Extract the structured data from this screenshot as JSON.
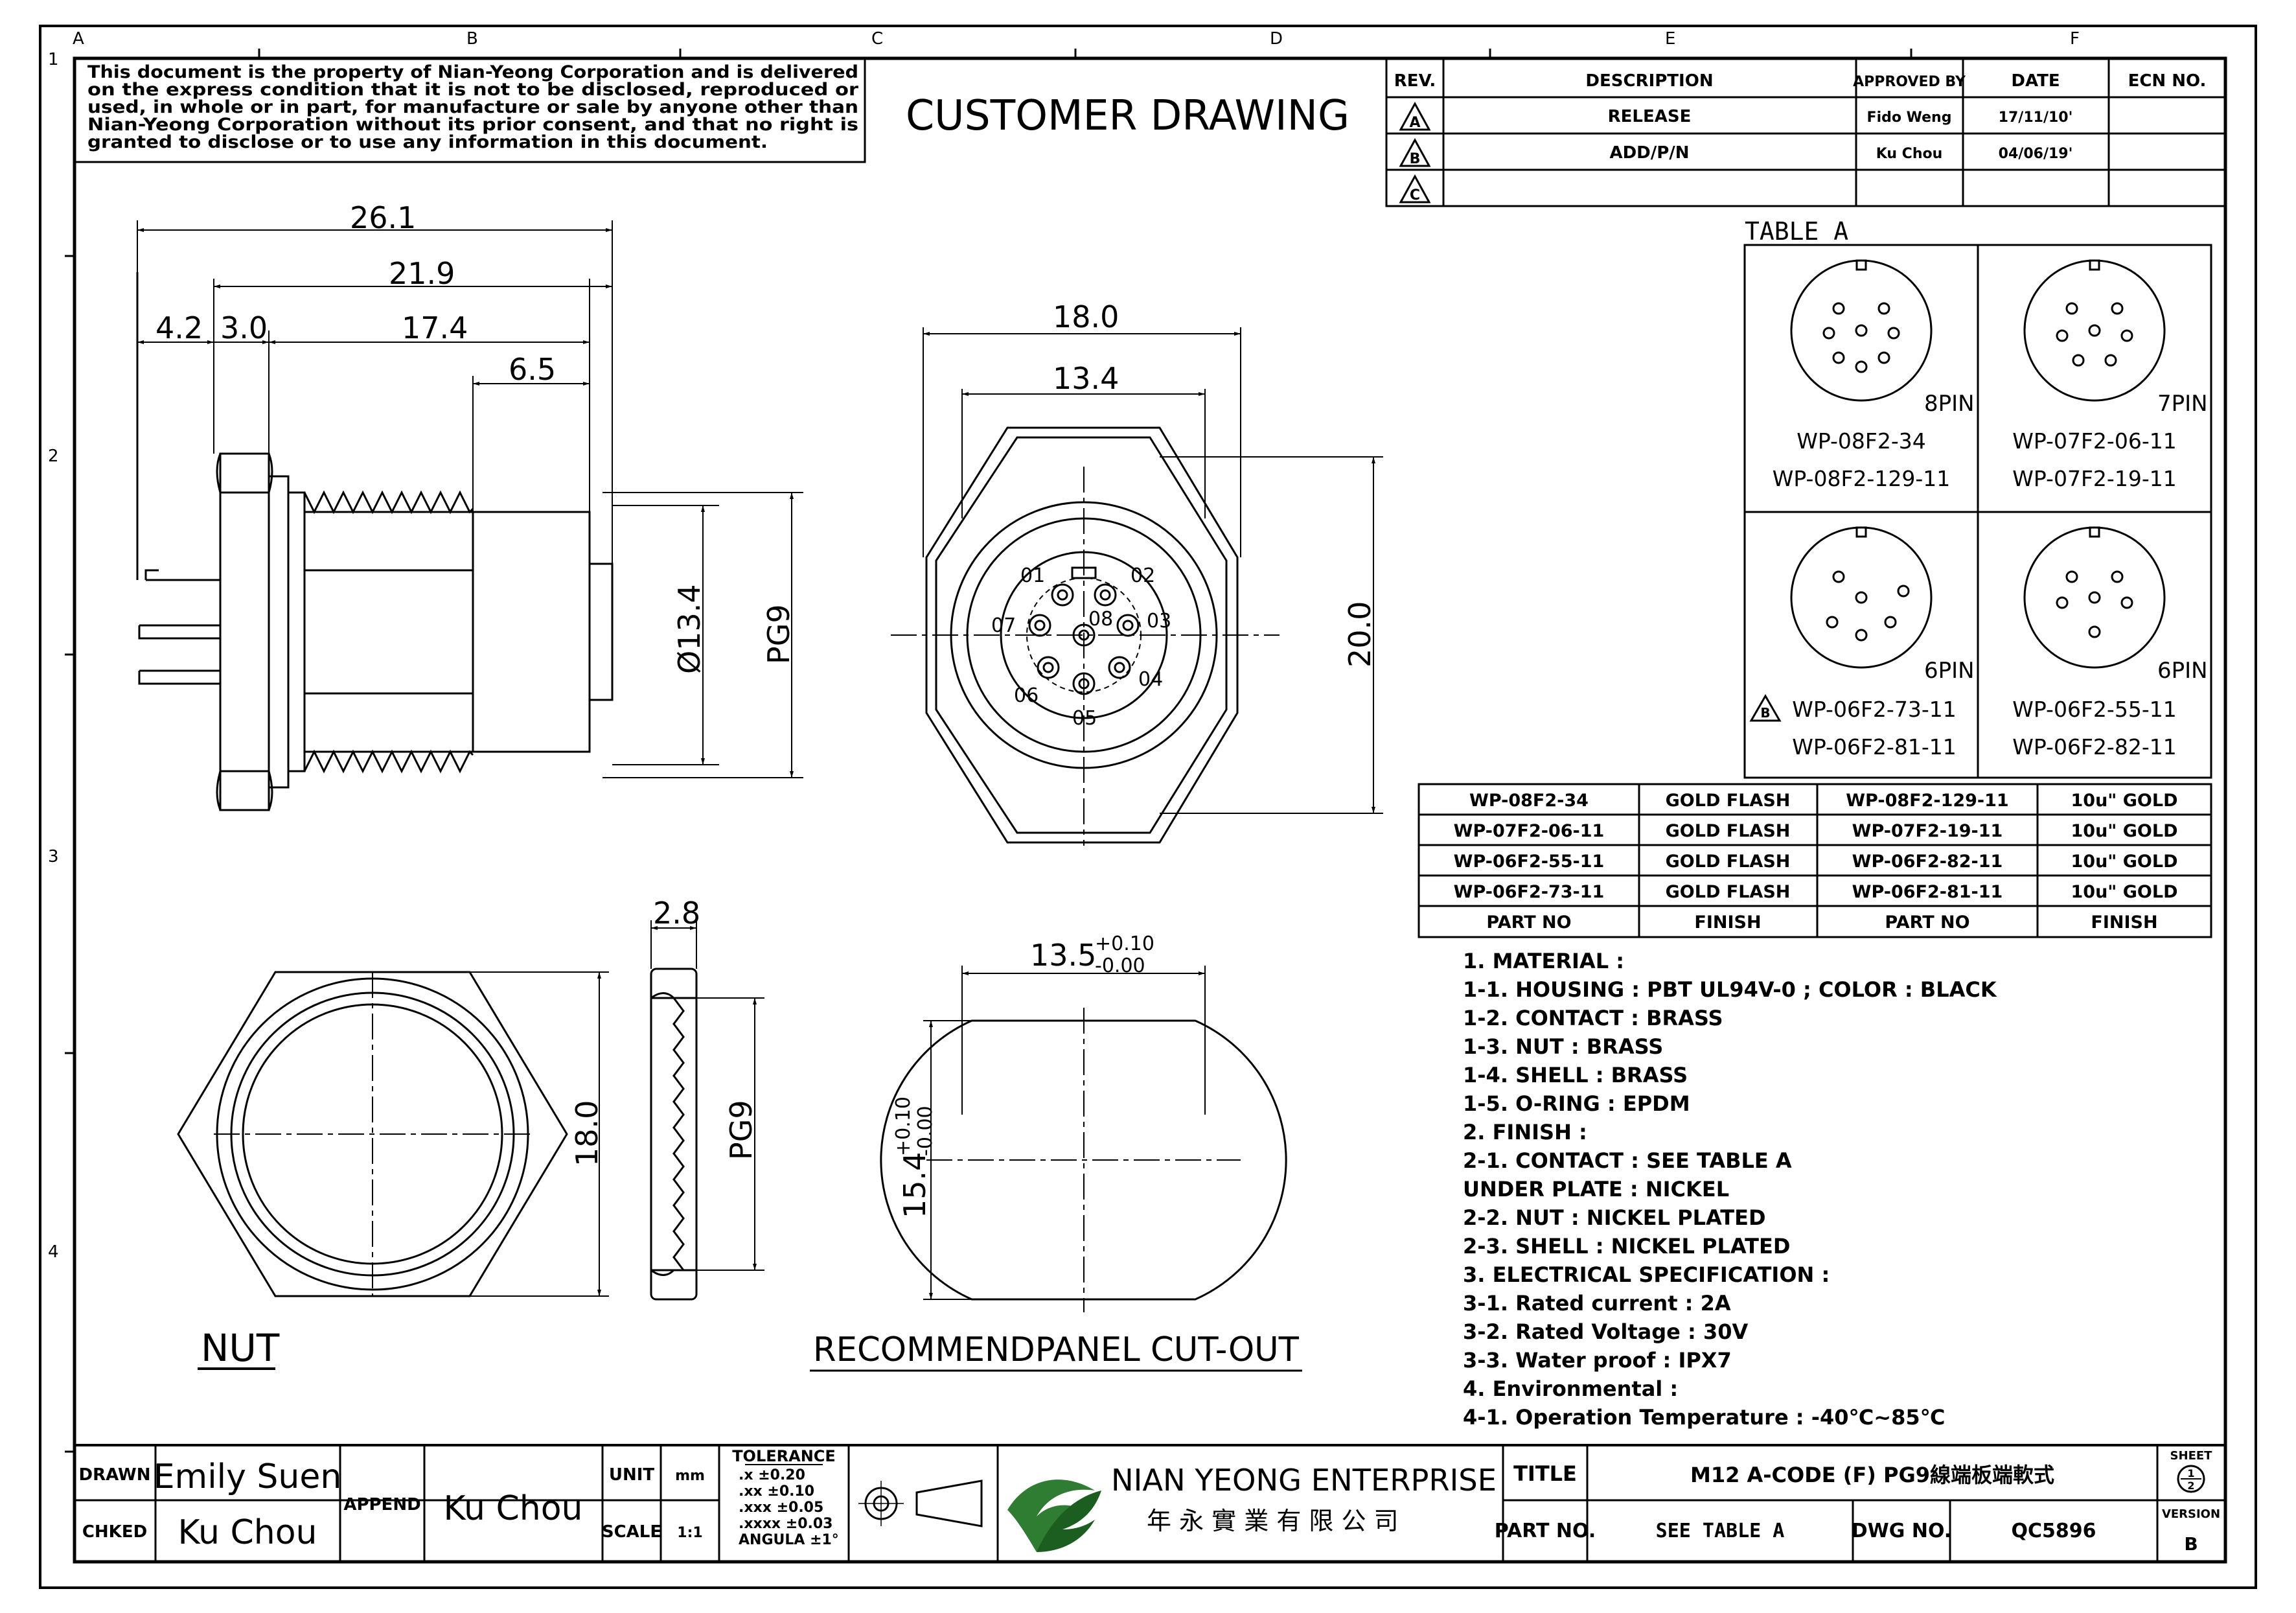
{
  "border": {
    "cols": [
      "A",
      "B",
      "C",
      "D",
      "E",
      "F"
    ],
    "rows": [
      "1",
      "2",
      "3",
      "4"
    ]
  },
  "disclaimer": [
    "This document is the property of Nian-Yeong Corporation and is delivered",
    "on  the  express condition that it is not to be disclosed, reproduced or",
    "used, in whole or in part, for manufacture or sale by anyone other than",
    "Nian-Yeong Corporation without  its prior consent, and that  no right  is",
    "granted to disclose or to use any information in this  document."
  ],
  "heading": "CUSTOMER  DRAWING",
  "revisions": {
    "headers": [
      "REV.",
      "DESCRIPTION",
      "APPROVED BY",
      "DATE",
      "ECN NO."
    ],
    "rows": [
      {
        "rev": "A",
        "description": "RELEASE",
        "approved": "Fido Weng",
        "date": "17/11/10'",
        "ecn": ""
      },
      {
        "rev": "B",
        "description": "ADD/P/N",
        "approved": "Ku Chou",
        "date": "04/06/19'",
        "ecn": ""
      },
      {
        "rev": "C",
        "description": "",
        "approved": "",
        "date": "",
        "ecn": ""
      }
    ]
  },
  "table_a": {
    "title": "TABLE A",
    "cells": [
      {
        "pins": "8PIN",
        "parts": [
          "WP-08F2-34",
          "WP-08F2-129-11"
        ],
        "rev": ""
      },
      {
        "pins": "7PIN",
        "parts": [
          "WP-07F2-06-11",
          "WP-07F2-19-11"
        ],
        "rev": ""
      },
      {
        "pins": "6PIN",
        "parts": [
          "WP-06F2-73-11",
          "WP-06F2-81-11"
        ],
        "rev": "B"
      },
      {
        "pins": "6PIN",
        "parts": [
          "WP-06F2-55-11",
          "WP-06F2-82-11"
        ],
        "rev": ""
      }
    ]
  },
  "finish_table": {
    "rows": [
      [
        "WP-08F2-34",
        "GOLD FLASH",
        "WP-08F2-129-11",
        "10u\" GOLD"
      ],
      [
        "WP-07F2-06-11",
        "GOLD FLASH",
        "WP-07F2-19-11",
        "10u\" GOLD"
      ],
      [
        "WP-06F2-55-11",
        "GOLD FLASH",
        "WP-06F2-82-11",
        "10u\" GOLD"
      ],
      [
        "WP-06F2-73-11",
        "GOLD FLASH",
        "WP-06F2-81-11",
        "10u\" GOLD"
      ]
    ],
    "headers": [
      "PART NO",
      "FINISH",
      "PART NO",
      "FINISH"
    ]
  },
  "notes": [
    "1. MATERIAL :",
    "   1-1. HOUSING : PBT UL94V-0 ; COLOR : BLACK",
    "   1-2. CONTACT : BRASS",
    "   1-3. NUT : BRASS",
    "   1-4. SHELL : BRASS",
    "   1-5. O-RING : EPDM",
    "2. FINISH :",
    "   2-1. CONTACT : SEE TABLE A",
    "        UNDER PLATE : NICKEL",
    "   2-2. NUT : NICKEL PLATED",
    "   2-3. SHELL : NICKEL PLATED",
    "3. ELECTRICAL SPECIFICATION :",
    "   3-1. Rated current : 2A",
    "   3-2. Rated Voltage : 30V",
    "   3-3. Water proof : IPX7",
    "4. Environmental :",
    "   4-1. Operation Temperature : -40℃~85℃"
  ],
  "side_view": {
    "d_total": "26.1",
    "d_body": "21.9",
    "d_pins": "4.2",
    "d_nut": "3.0",
    "d_thread": "17.4",
    "d_tip": "6.5",
    "d_dia": "Ø13.4",
    "d_pg": "PG9"
  },
  "front_view": {
    "d_hex": "18.0",
    "d_inner": "13.4",
    "d_height": "20.0",
    "pins": [
      "01",
      "02",
      "03",
      "04",
      "05",
      "06",
      "07",
      "08"
    ]
  },
  "nut_view": {
    "d_width": "18.0",
    "d_thick": "2.8",
    "d_pg": "PG9",
    "label": "NUT"
  },
  "cutout": {
    "d_width": "13.5",
    "tol_w_plus": "+0.10",
    "tol_w_minus": "-0.00",
    "d_height": "15.4",
    "tol_h_plus": "+0.10",
    "tol_h_minus": "-0.00",
    "label": "RECOMMENDPANEL  CUT-OUT"
  },
  "title_block": {
    "drawn_label": "DRAWN",
    "drawn": "Emily Suen",
    "checked_label": "CHKED",
    "checked": "Ku Chou",
    "append_label": "APPEND",
    "append": "Ku Chou",
    "unit_label": "UNIT",
    "unit": "mm",
    "scale_label": "SCALE",
    "scale": "1:1",
    "tolerance_title": "TOLERANCE",
    "tolerance": [
      ".x      ±0.20",
      ".xx     ±0.10",
      ".xxx    ±0.05",
      ".xxxx   ±0.03",
      "ANGULA   ±1°"
    ],
    "company": "NIAN YEONG ENTERPRISE",
    "company_cn": "年 永 實 業 有 限 公 司",
    "title_label": "TITLE",
    "title": "M12 A-CODE (F) PG9線端板端軟式",
    "partno_label": "PART NO.",
    "partno": "SEE TABLE A",
    "dwg_label": "DWG NO.",
    "dwg": "QC5896",
    "sheet_label": "SHEET",
    "sheet_num": "1",
    "sheet_den": "2",
    "version_label": "VERSION",
    "version": "B",
    "brand_color": "#2e7d32"
  }
}
